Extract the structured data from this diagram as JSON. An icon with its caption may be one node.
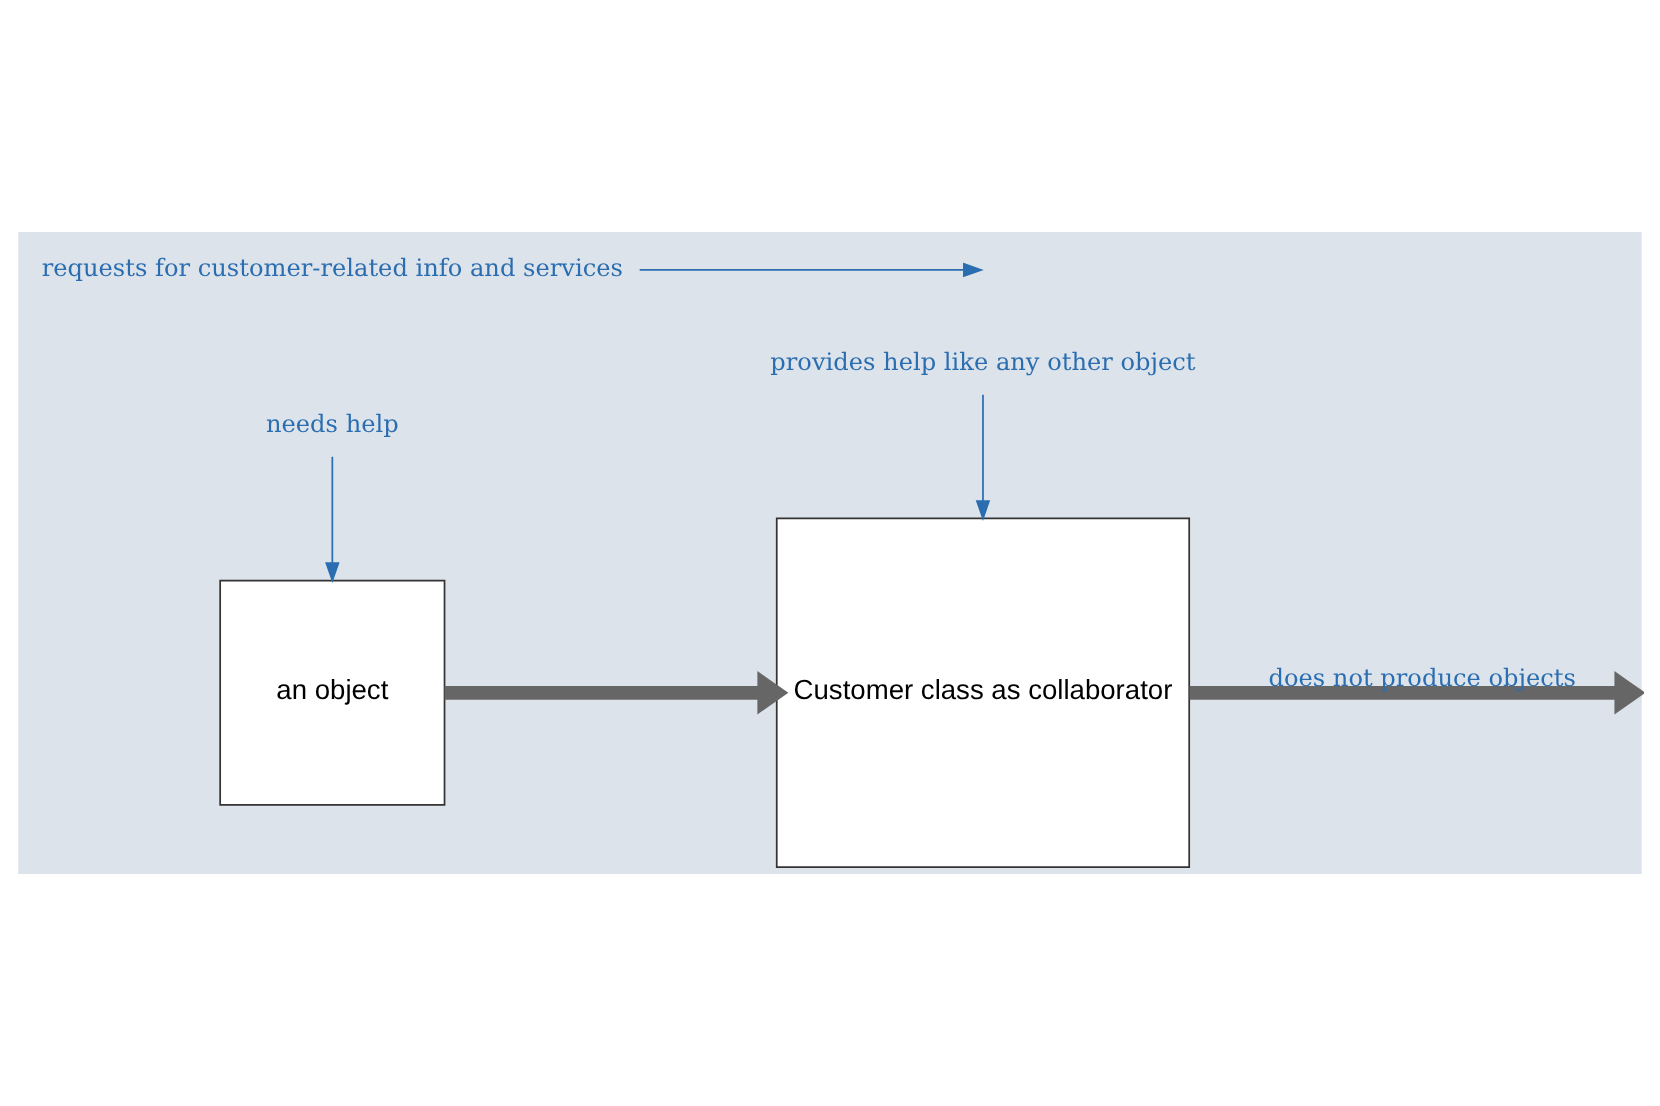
{
  "diagram": {
    "nodes": [
      {
        "text": [
          "an object"
        ]
      },
      {
        "text": [
          "Customer class as collaborator"
        ]
      },
      {
        "text": [
          "requests for customer-related info and services"
        ]
      },
      {
        "text": [
          "needs help"
        ]
      },
      {
        "text": [
          "provides help like any other object"
        ]
      }
    ],
    "edges": [
      {
        "from": 0,
        "to": 1,
        "arrow": "to",
        "style": "thick",
        "color": "#666666"
      },
      {
        "from": 1,
        "to": null,
        "arrow": "to",
        "style": "thick",
        "color": "#666666",
        "label": "does not produce objects"
      },
      {
        "from": 2,
        "to": null,
        "arrow": "to"
      },
      {
        "from": 3,
        "to": 0,
        "arrow": "to"
      },
      {
        "from": 4,
        "to": 1,
        "arrow": "to"
      }
    ]
  }
}
